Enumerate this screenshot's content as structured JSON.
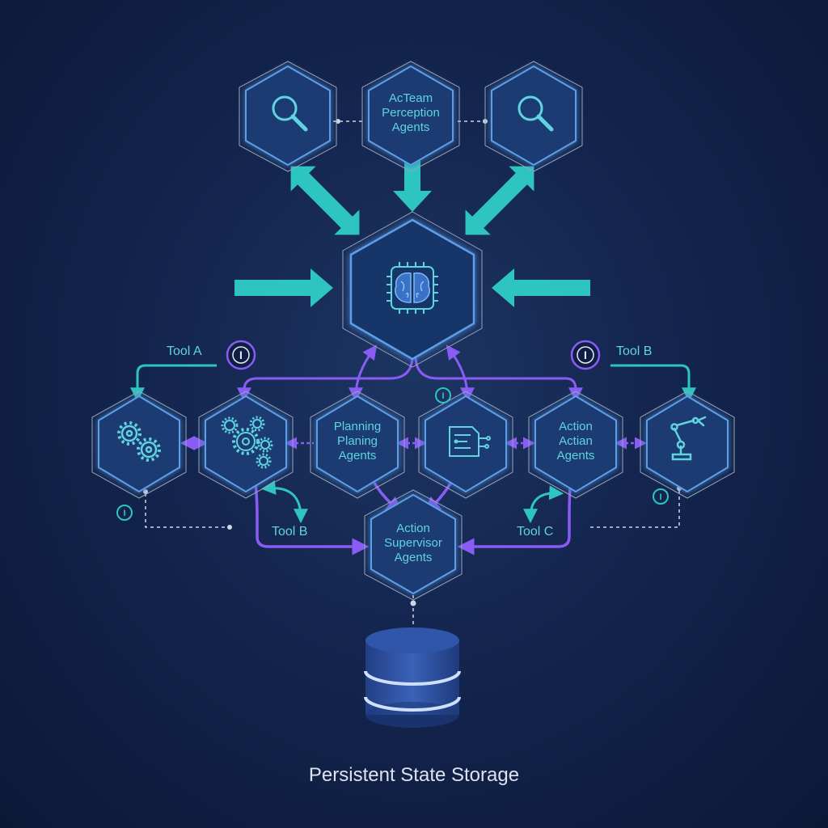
{
  "nodes": {
    "perception_left": {
      "icon": "magnifier-icon"
    },
    "perception_team": {
      "line1": "AcTeam",
      "line2": "Perception",
      "line3": "Agents"
    },
    "perception_right": {
      "icon": "magnifier-icon"
    },
    "central_core": {
      "icon": "brain-chip-icon"
    },
    "tools_gears": {
      "icon": "gears-icon"
    },
    "tools_gears_cluster": {
      "icon": "gear-cluster-icon"
    },
    "planning": {
      "line1": "Planning",
      "line2": "Planing",
      "line3": "Agents"
    },
    "document": {
      "icon": "document-circuit-icon"
    },
    "action": {
      "line1": "Action",
      "line2": "Actian",
      "line3": "Agents"
    },
    "robot_arm": {
      "icon": "robot-arm-icon"
    },
    "supervisor": {
      "line1": "Action",
      "line2": "Supervisor",
      "line3": "Agents"
    }
  },
  "tools": {
    "tool_a": "Tool A",
    "tool_b_right": "Tool B",
    "tool_b_lower": "Tool B",
    "tool_c": "Tool C"
  },
  "info_glyph": "I",
  "storage": {
    "icon": "database-icon",
    "label": "Persistent State Storage"
  },
  "colors": {
    "teal": "#2ec4c0",
    "purple": "#8a5cf5",
    "hex_fill": "#1a3a72",
    "hex_stroke": "#5b9fe8",
    "text_teal": "#5fd4e0",
    "background": "#132550"
  }
}
